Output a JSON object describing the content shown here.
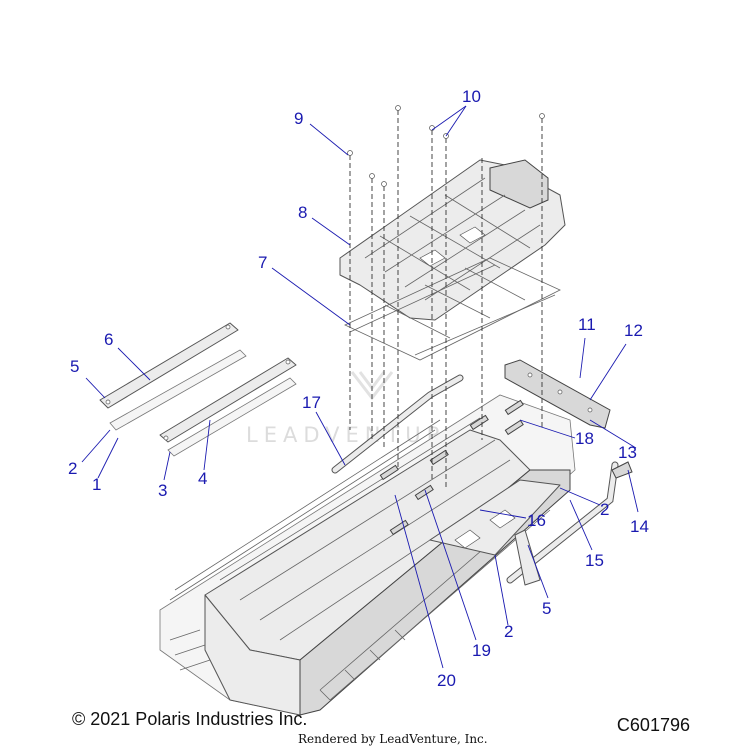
{
  "callouts": [
    "1",
    "2",
    "2",
    "2",
    "3",
    "4",
    "5",
    "5",
    "6",
    "7",
    "8",
    "9",
    "10",
    "11",
    "12",
    "13",
    "14",
    "15",
    "16",
    "17",
    "18",
    "19",
    "20"
  ],
  "watermark": "LEADVENTURE",
  "footer": {
    "copyright": "© 2021 Polaris Industries Inc.",
    "part_number": "C601796",
    "rendered_by": "Rendered by LeadVenture, Inc."
  }
}
